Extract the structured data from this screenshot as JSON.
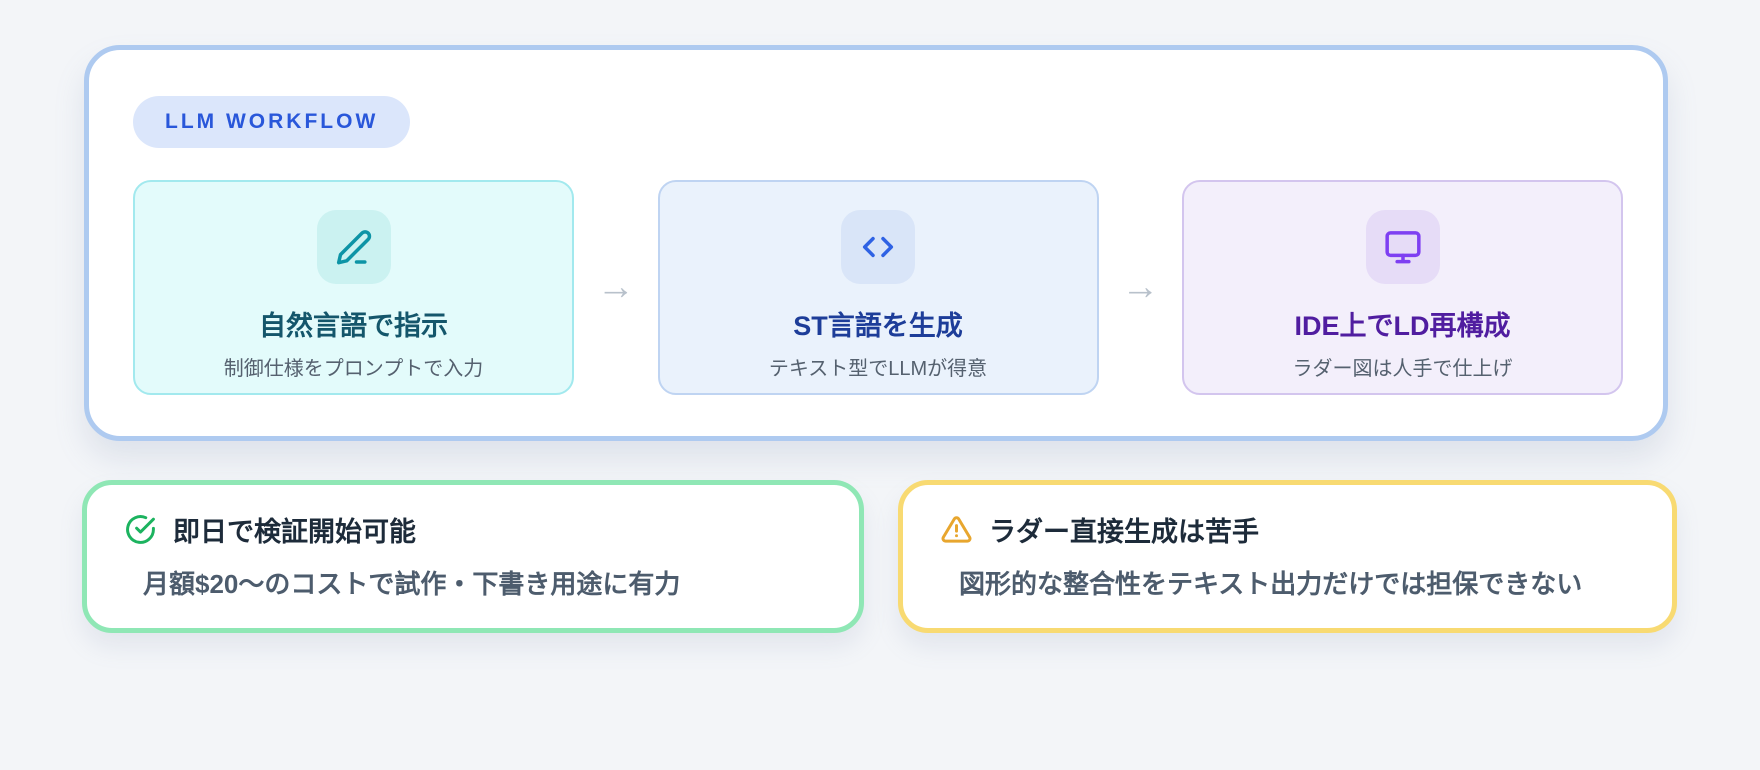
{
  "workflow": {
    "badge_label": "LLM WORKFLOW",
    "arrow_glyph": "→",
    "steps": [
      {
        "icon": "pen-icon",
        "title": "自然言語で指示",
        "subtitle": "制御仕様をプロンプトで入力",
        "accent": "#0d94a6"
      },
      {
        "icon": "code-icon",
        "title": "ST言語を生成",
        "subtitle": "テキスト型でLLMが得意",
        "accent": "#2f62e4"
      },
      {
        "icon": "monitor-icon",
        "title": "IDE上でLD再構成",
        "subtitle": "ラダー図は人手で仕上げ",
        "accent": "#7e3ff2"
      }
    ]
  },
  "callouts": [
    {
      "icon": "check-circle-icon",
      "title": "即日で検証開始可能",
      "body": "月額$20〜のコストで試作・下書き用途に有力",
      "accent": "#1cb35f",
      "border": "#8fe7b5"
    },
    {
      "icon": "warning-icon",
      "title": "ラダー直接生成は苦手",
      "body": "図形的な整合性をテキスト出力だけでは担保できない",
      "accent": "#e8a62e",
      "border": "#f8da72"
    }
  ],
  "colors": {
    "page_bg": "#f3f5f8",
    "panel_border": "#aecaf0",
    "badge_bg": "#dbe6fb",
    "badge_text": "#2957da",
    "step_cyan_bg": "#e3fbfb",
    "step_cyan_border": "#a2e9ee",
    "step_cyan_title": "#14566b",
    "step_blue_bg": "#eaf2fc",
    "step_blue_border": "#bfd4f2",
    "step_blue_title": "#1d3d99",
    "step_purple_bg": "#f3effb",
    "step_purple_border": "#d3c5ee",
    "step_purple_title": "#501da0",
    "subtitle_text": "#55616f",
    "arrow_color": "#b8c1cb",
    "callout_title": "#1d2b3a",
    "callout_body": "#4d5c6d"
  }
}
